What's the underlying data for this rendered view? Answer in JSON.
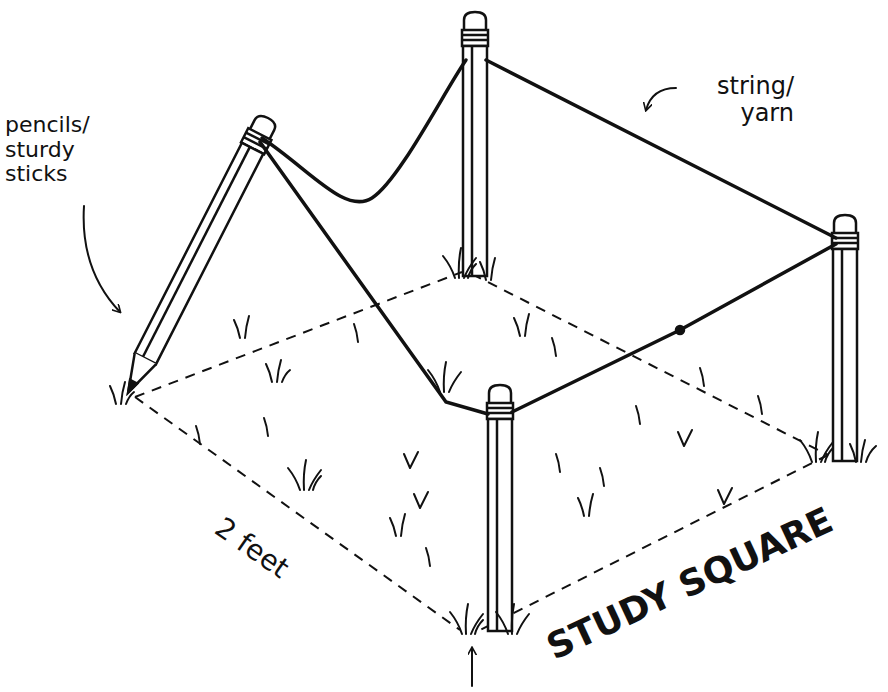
{
  "diagram": {
    "labels": [
      "pencils/ sturdy sticks",
      "string/ yarn",
      "2 feet",
      "STUDY SQUARE"
    ]
  }
}
